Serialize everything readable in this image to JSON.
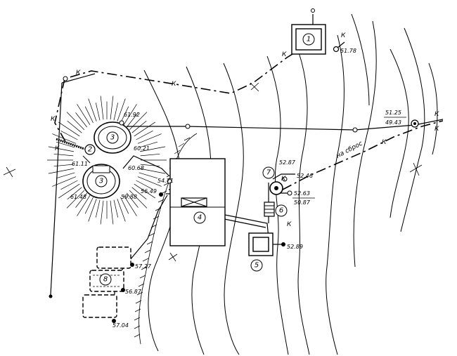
{
  "structures": [
    "1",
    "2",
    "3",
    "3",
    "4",
    "5",
    "6",
    "7",
    "8"
  ],
  "sewer_mark": "К",
  "discharge_label": "на сброс",
  "elevations": {
    "e1": "51.78",
    "e2": "61.92",
    "e3": "60.21",
    "e4": "61.11",
    "e5": "60.68",
    "e6": "61.48",
    "e7": "59.88",
    "e8": "54.71",
    "e9": "56.49",
    "e10": "52.87",
    "e11": "52.46",
    "e12": "52.63",
    "e13": "50.87",
    "e14": "52.89",
    "e15": "51.25",
    "e16": "49.43",
    "e17": "57.27",
    "e18": "56.87",
    "e19": "57.04"
  }
}
